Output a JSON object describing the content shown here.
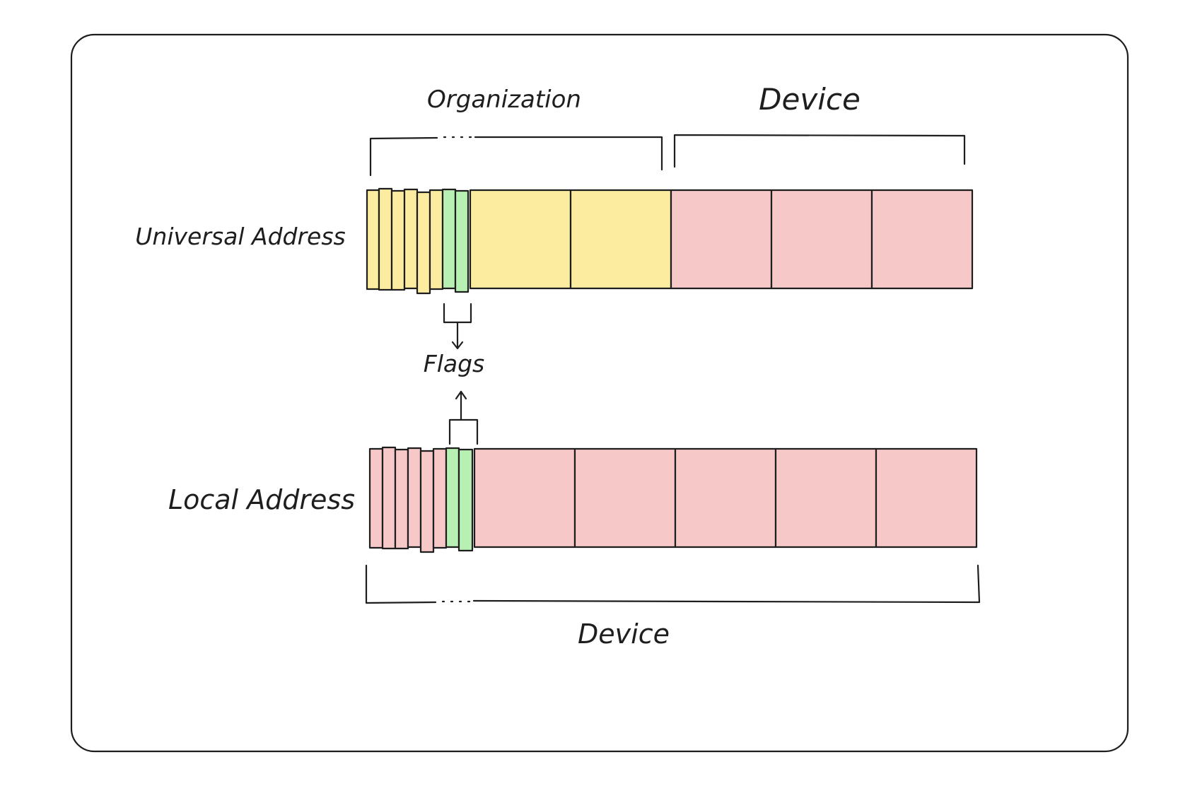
{
  "labels": {
    "organization": "Organization",
    "device_top": "Device",
    "universal_address": "Universal Address",
    "flags": "Flags",
    "local_address": "Local Address",
    "device_bottom": "Device"
  },
  "colors": {
    "ink": "#1e1e1e",
    "organization_fill": "#fcec9f",
    "device_fill": "#f6c8c8",
    "flag_fill": "#b8efb3"
  },
  "universal_address": {
    "bits": [
      "organization",
      "organization",
      "organization",
      "organization",
      "organization",
      "organization",
      "flag",
      "flag"
    ],
    "bytes": [
      "organization",
      "organization",
      "device",
      "device",
      "device"
    ]
  },
  "local_address": {
    "bits": [
      "device",
      "device",
      "device",
      "device",
      "device",
      "device",
      "flag",
      "flag"
    ],
    "bytes": [
      "device",
      "device",
      "device",
      "device",
      "device"
    ]
  }
}
